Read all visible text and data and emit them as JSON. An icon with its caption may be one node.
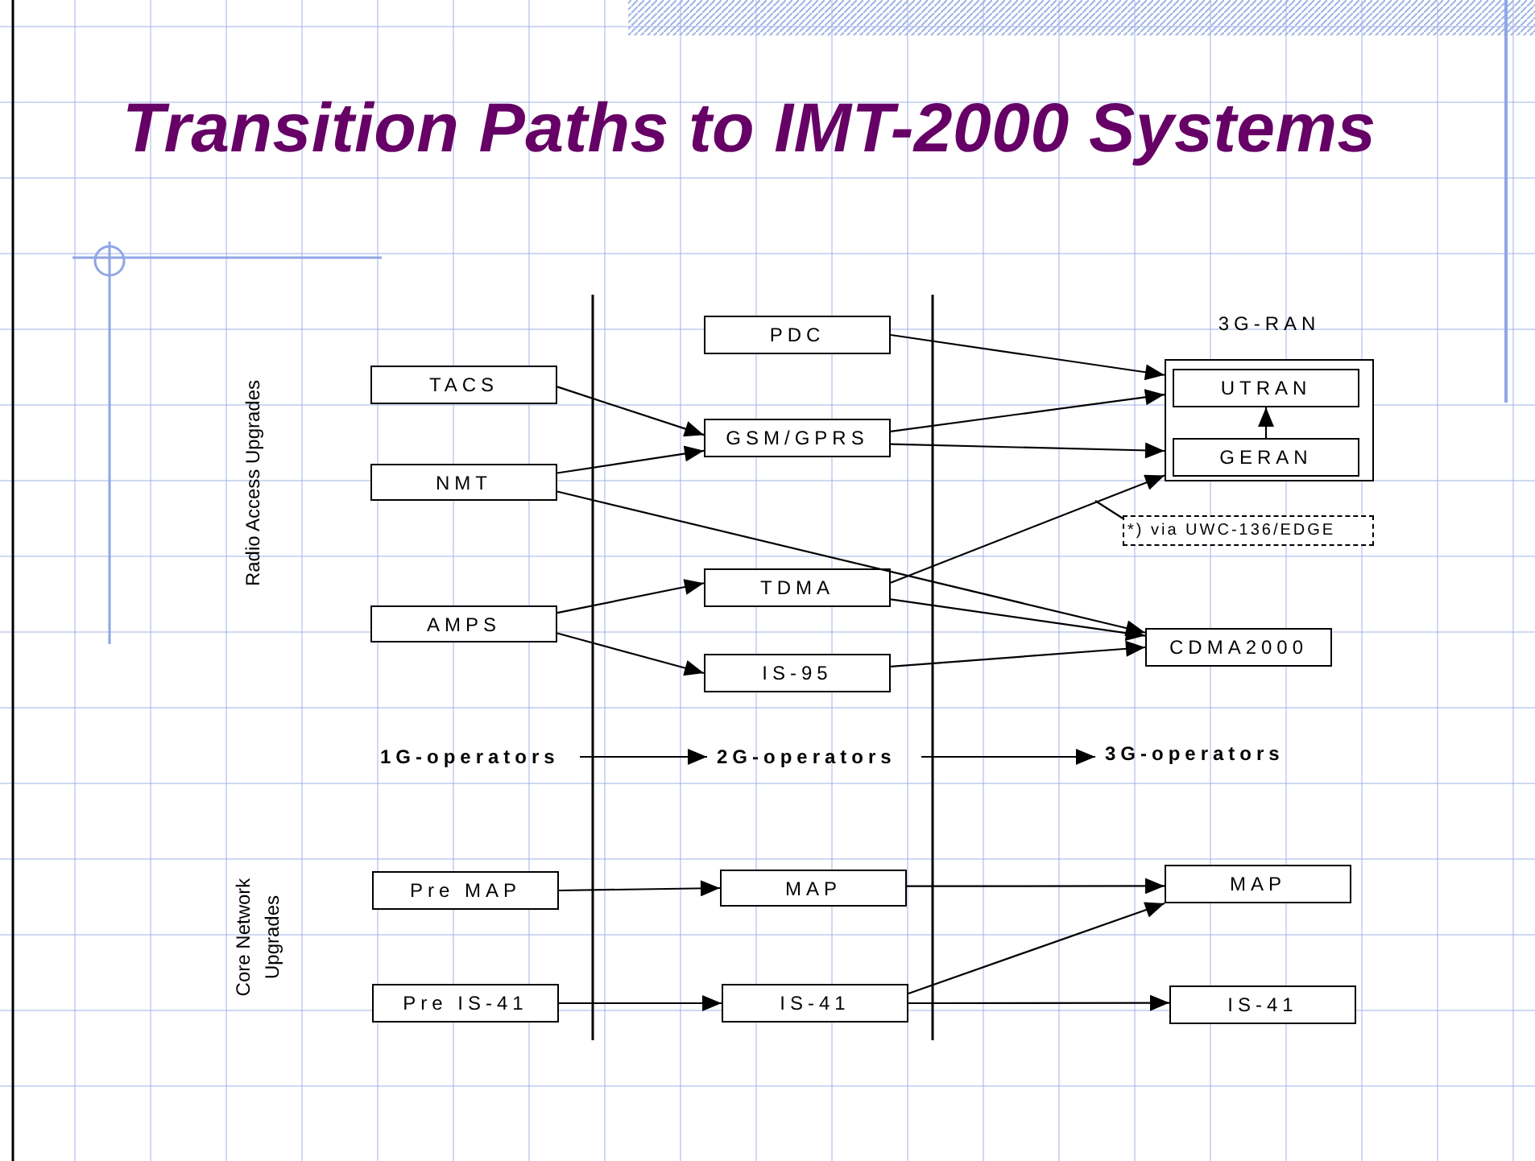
{
  "diagram": {
    "title": "Transition Paths to IMT-2000 Systems",
    "nodes": [
      {
        "text": [
          "PDC"
        ]
      },
      {
        "text": [
          "TACS"
        ]
      },
      {
        "text": [
          "GSM/GPRS"
        ]
      },
      {
        "text": [
          "NMT"
        ]
      },
      {
        "text": [
          "3G-RAN"
        ]
      },
      {
        "text": [
          "UTRAN"
        ],
        "in": 4
      },
      {
        "text": [
          "GERAN"
        ],
        "in": 4
      },
      {
        "text": [
          "*) via UWC-136/EDGE"
        ]
      },
      {
        "text": [
          "TDMA"
        ]
      },
      {
        "text": [
          "AMPS"
        ]
      },
      {
        "text": [
          "CDMA2000"
        ]
      },
      {
        "text": [
          "IS-95"
        ]
      },
      {
        "text": [
          "1G-operators"
        ]
      },
      {
        "text": [
          "2G-operators"
        ]
      },
      {
        "text": [
          "3G-operators"
        ]
      },
      {
        "text": [
          "Pre MAP"
        ]
      },
      {
        "text": [
          "MAP"
        ]
      },
      {
        "text": [
          "MAP"
        ]
      },
      {
        "text": [
          "Pre IS-41"
        ]
      },
      {
        "text": [
          "IS-41"
        ]
      },
      {
        "text": [
          "IS-41"
        ]
      }
    ],
    "edges": [
      {
        "from": 0,
        "to": 4,
        "arrow": "to"
      },
      {
        "from": 1,
        "to": 2,
        "arrow": "to"
      },
      {
        "from": 3,
        "to": 2,
        "arrow": "to"
      },
      {
        "from": 2,
        "to": 4,
        "arrow": "to"
      },
      {
        "from": 2,
        "to": 4,
        "arrow": "to"
      },
      {
        "from": 3,
        "to": 10,
        "arrow": "to"
      },
      {
        "from": 8,
        "to": 4,
        "arrow": "to"
      },
      {
        "from": 9,
        "to": 8,
        "arrow": "to"
      },
      {
        "from": 9,
        "to": 11,
        "arrow": "to"
      },
      {
        "from": 8,
        "to": 10,
        "arrow": "to"
      },
      {
        "from": 11,
        "to": 10,
        "arrow": "to"
      },
      {
        "from": 6,
        "to": 5,
        "arrow": "to"
      },
      {
        "from": 7,
        "to": null,
        "arrow": "none"
      },
      {
        "from": 12,
        "to": 13,
        "arrow": "to"
      },
      {
        "from": 13,
        "to": 14,
        "arrow": "to"
      },
      {
        "from": 15,
        "to": 16,
        "arrow": "to"
      },
      {
        "from": 16,
        "to": 17,
        "arrow": "to"
      },
      {
        "from": 18,
        "to": 19,
        "arrow": "to"
      },
      {
        "from": 19,
        "to": 17,
        "arrow": "to"
      },
      {
        "from": 19,
        "to": 20,
        "arrow": "to"
      }
    ],
    "labels": [
      "Radio Access Upgrades",
      "Core Network Upgrades"
    ]
  }
}
